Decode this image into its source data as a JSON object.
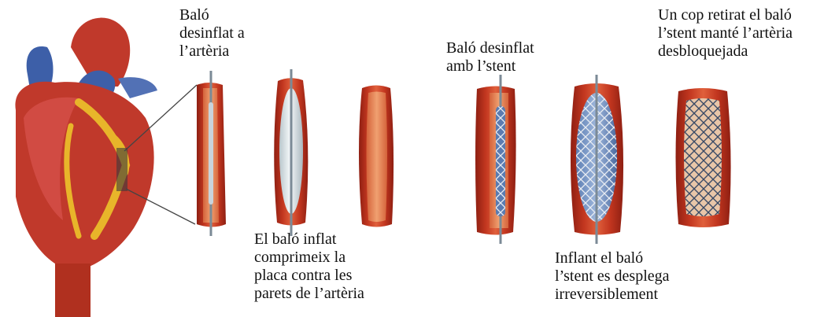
{
  "colors": {
    "artery_wall": "#c2361f",
    "artery_inner": "#e07a4a",
    "balloon": "#dfe7ea",
    "stent_mesh": "#5a7bb0",
    "heart": "#c0392b",
    "vein_blue": "#3d5fa8",
    "fat_yellow": "#e8b52a"
  },
  "illustration": {
    "heart": "heart-illustration",
    "stages": [
      "deflated-balloon",
      "inflated-balloon",
      "cleared-artery",
      "balloon-with-stent",
      "stent-expanding",
      "stent-placed"
    ]
  },
  "labels": {
    "deflated": [
      "Baló",
      "desinflat a",
      "l’artèria"
    ],
    "inflated": [
      "El baló inflat",
      "comprimeix la",
      "placa contra les",
      "parets de l’artèria"
    ],
    "with_stent": [
      "Baló desinflat",
      "amb l’stent"
    ],
    "expanding": [
      "Inflant el baló",
      "l’stent es desplega",
      "irreversiblement"
    ],
    "final": [
      "Un cop retirat el baló",
      "l’stent manté l’artèria",
      "desbloquejada"
    ]
  }
}
